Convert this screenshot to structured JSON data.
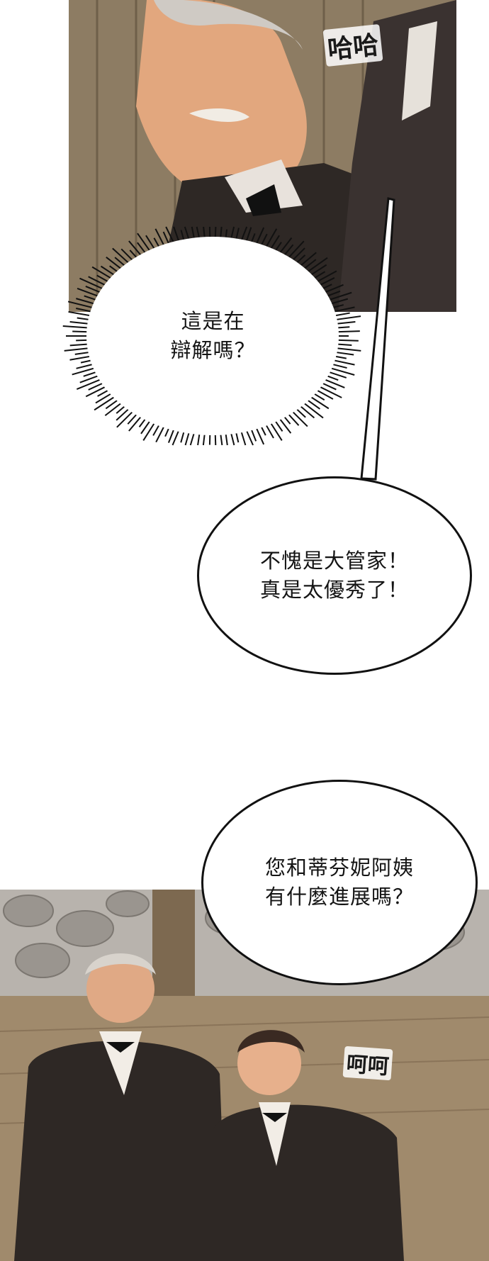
{
  "panels": {
    "top": {
      "description_icon": "butler-portrait"
    },
    "bottom": {
      "description_icon": "two-butlers-scene"
    }
  },
  "bubbles": {
    "burst": {
      "lines": [
        "這是在",
        "辯解嗎？"
      ]
    },
    "praise": {
      "lines": [
        "不愧是大管家！",
        "真是太優秀了！"
      ]
    },
    "question": {
      "lines": [
        "您和蒂芬妮阿姨",
        "有什麼進展嗎？"
      ]
    }
  },
  "sfx": {
    "haha": "哈哈",
    "hehe": "呵呵"
  },
  "colors": {
    "ink": "#111111",
    "paper": "#ffffff",
    "wood": "#8b7a62",
    "suit": "#2a2522"
  }
}
